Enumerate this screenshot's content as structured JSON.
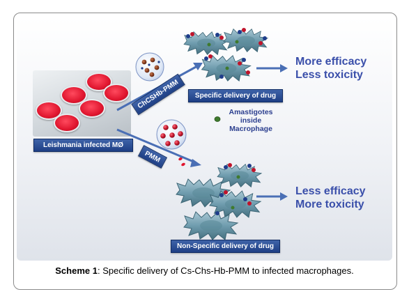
{
  "diagram": {
    "source_label": "Leishmania infected MØ",
    "upper_carrier_label": "ChCSHb-PMM",
    "lower_carrier_label": "PMM",
    "specific_label": "Specific delivery of drug",
    "nonspecific_label": "Non-Specific delivery of drug",
    "legend": {
      "line1": "Amastigotes",
      "line2": "inside",
      "line3": "Macrophage"
    },
    "upper_outcome": {
      "line1": "More efficacy",
      "line2": "Less toxicity"
    },
    "lower_outcome": {
      "line1": "Less efficacy",
      "line2": "More toxicity"
    },
    "colors": {
      "outcome_text": "#3a4faa",
      "label_box": "#1e3f85",
      "arrow": "#4a6fb5",
      "cell": "#6f9cae",
      "drug": "#c0142b",
      "amastigote": "#3f7a2d"
    }
  },
  "caption": {
    "label": "Scheme 1",
    "text": ": Specific delivery of Cs-Chs-Hb-PMM to infected macrophages."
  }
}
